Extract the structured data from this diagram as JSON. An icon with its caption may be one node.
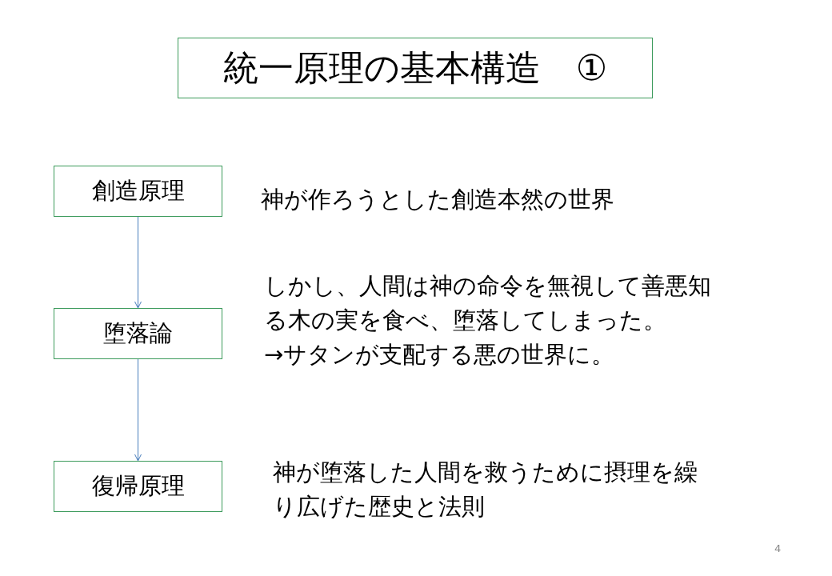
{
  "diagram": {
    "title": "統一原理の基本構造　①",
    "nodes": [
      {
        "text": [
          "創造原理"
        ],
        "beside": [
          "神が作ろうとした創造本然の世界"
        ]
      },
      {
        "text": [
          "堕落論"
        ],
        "beside": [
          "しかし、人間は神の命令を無視して善悪知る木の実を食べ、堕落してしまった。",
          "→サタンが支配する悪の世界に。"
        ]
      },
      {
        "text": [
          "復帰原理"
        ],
        "beside": [
          "神が堕落した人間を救うために摂理を繰り広げた歴史と法則"
        ]
      }
    ],
    "edges": [
      {
        "from": 0,
        "to": 1,
        "arrow": "to"
      },
      {
        "from": 1,
        "to": 2,
        "arrow": "to"
      }
    ],
    "labels": [
      "4"
    ]
  }
}
